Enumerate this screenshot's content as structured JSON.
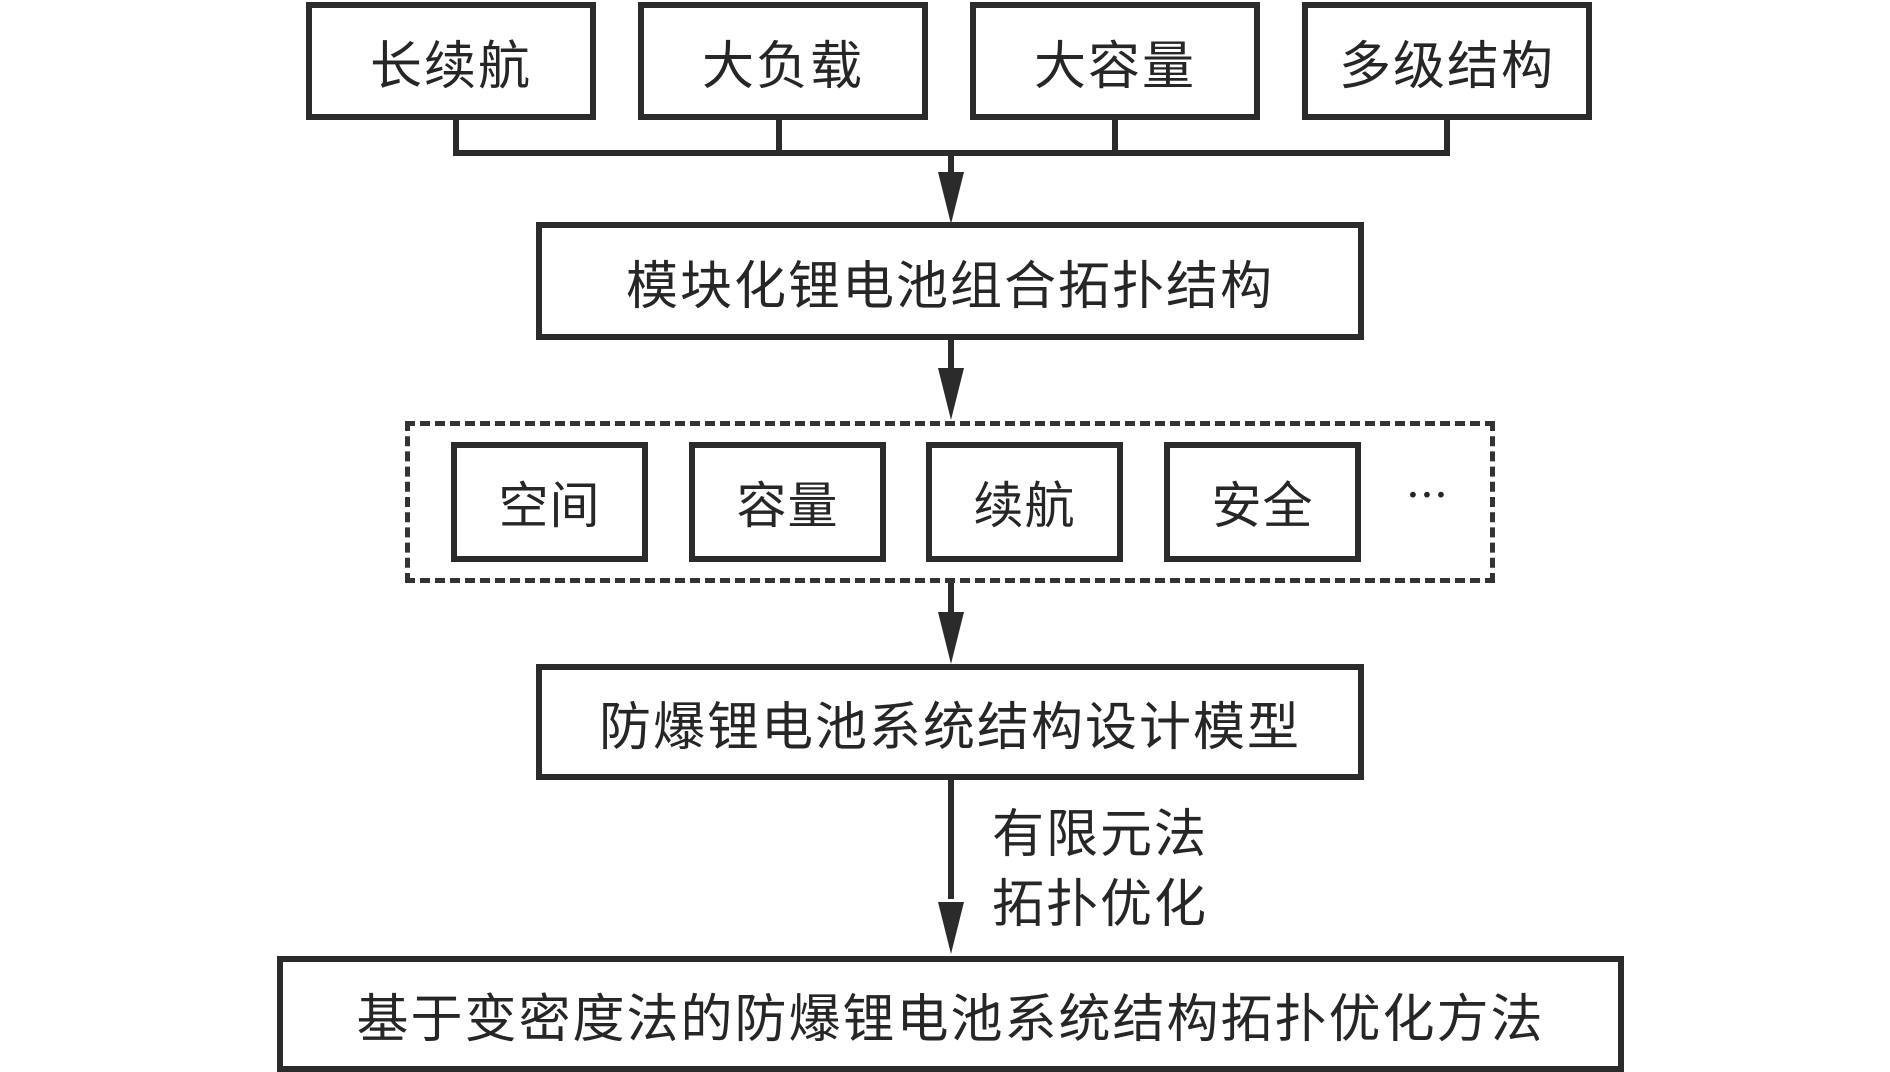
{
  "diagram": {
    "requirements": [
      "长续航",
      "大负载",
      "大容量",
      "多级结构"
    ],
    "topology": "模块化锂电池组合拓扑结构",
    "factors": [
      "空间",
      "容量",
      "续航",
      "安全"
    ],
    "factors_more": "···",
    "model": "防爆锂电池系统结构设计模型",
    "methods": [
      "有限元法",
      "拓扑优化"
    ],
    "result": "基于变密度法的防爆锂电池系统结构拓扑优化方法"
  }
}
